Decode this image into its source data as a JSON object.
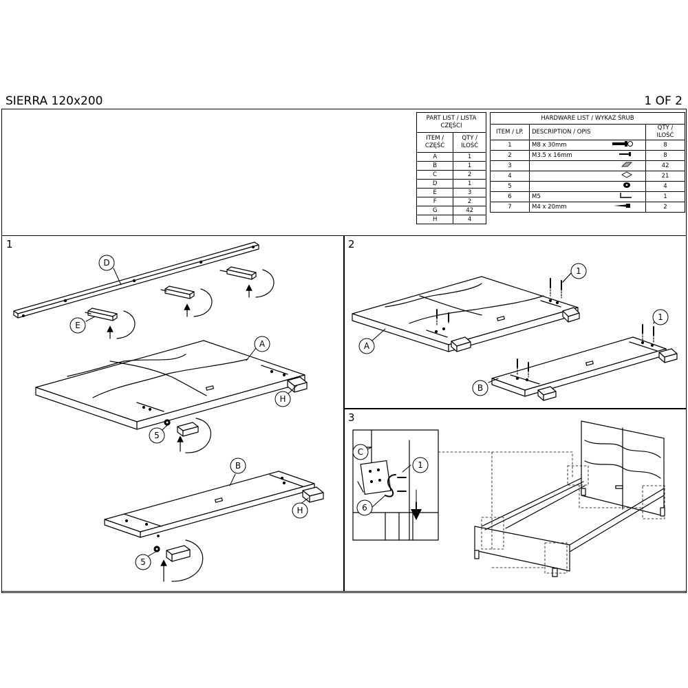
{
  "header": {
    "title": "SIERRA 120x200",
    "page": "1 OF 2"
  },
  "parts_list": {
    "title": "PART LIST / LISTA CZĘŚCI",
    "col_item": "ITEM / CZĘŚĆ",
    "col_qty": "QTY / ILOŚĆ",
    "rows": [
      {
        "item": "A",
        "qty": "1"
      },
      {
        "item": "B",
        "qty": "1"
      },
      {
        "item": "C",
        "qty": "2"
      },
      {
        "item": "D",
        "qty": "1"
      },
      {
        "item": "E",
        "qty": "3"
      },
      {
        "item": "F",
        "qty": "2"
      },
      {
        "item": "G",
        "qty": "42"
      },
      {
        "item": "H",
        "qty": "4"
      }
    ]
  },
  "hardware_list": {
    "title": "HARDWARE LIST / WYKAZ ŚRUB",
    "col_item": "ITEM / LP.",
    "col_desc": "DESCRIPTION / OPIS",
    "col_qty": "QTY / ILOŚĆ",
    "rows": [
      {
        "item": "1",
        "desc": "M8 x 30mm",
        "icon": "bolt-icon",
        "qty": "8"
      },
      {
        "item": "2",
        "desc": "M3.5 x 16mm",
        "icon": "screw-icon",
        "qty": "8"
      },
      {
        "item": "3",
        "desc": "",
        "icon": "felt-pad-icon",
        "qty": "42"
      },
      {
        "item": "4",
        "desc": "",
        "icon": "square-pad-icon",
        "qty": "21"
      },
      {
        "item": "5",
        "desc": "",
        "icon": "washer-icon",
        "qty": "4"
      },
      {
        "item": "6",
        "desc": "M5",
        "icon": "allen-key-icon",
        "qty": "1"
      },
      {
        "item": "7",
        "desc": "M4 x 20mm",
        "icon": "wood-screw-icon",
        "qty": "2"
      }
    ]
  },
  "steps": [
    {
      "number": "1"
    },
    {
      "number": "2"
    },
    {
      "number": "3"
    }
  ],
  "callouts": {
    "D": "D",
    "E": "E",
    "A": "A",
    "H": "H",
    "B": "B",
    "C": "C",
    "n1": "1",
    "n5": "5",
    "n6": "6"
  }
}
